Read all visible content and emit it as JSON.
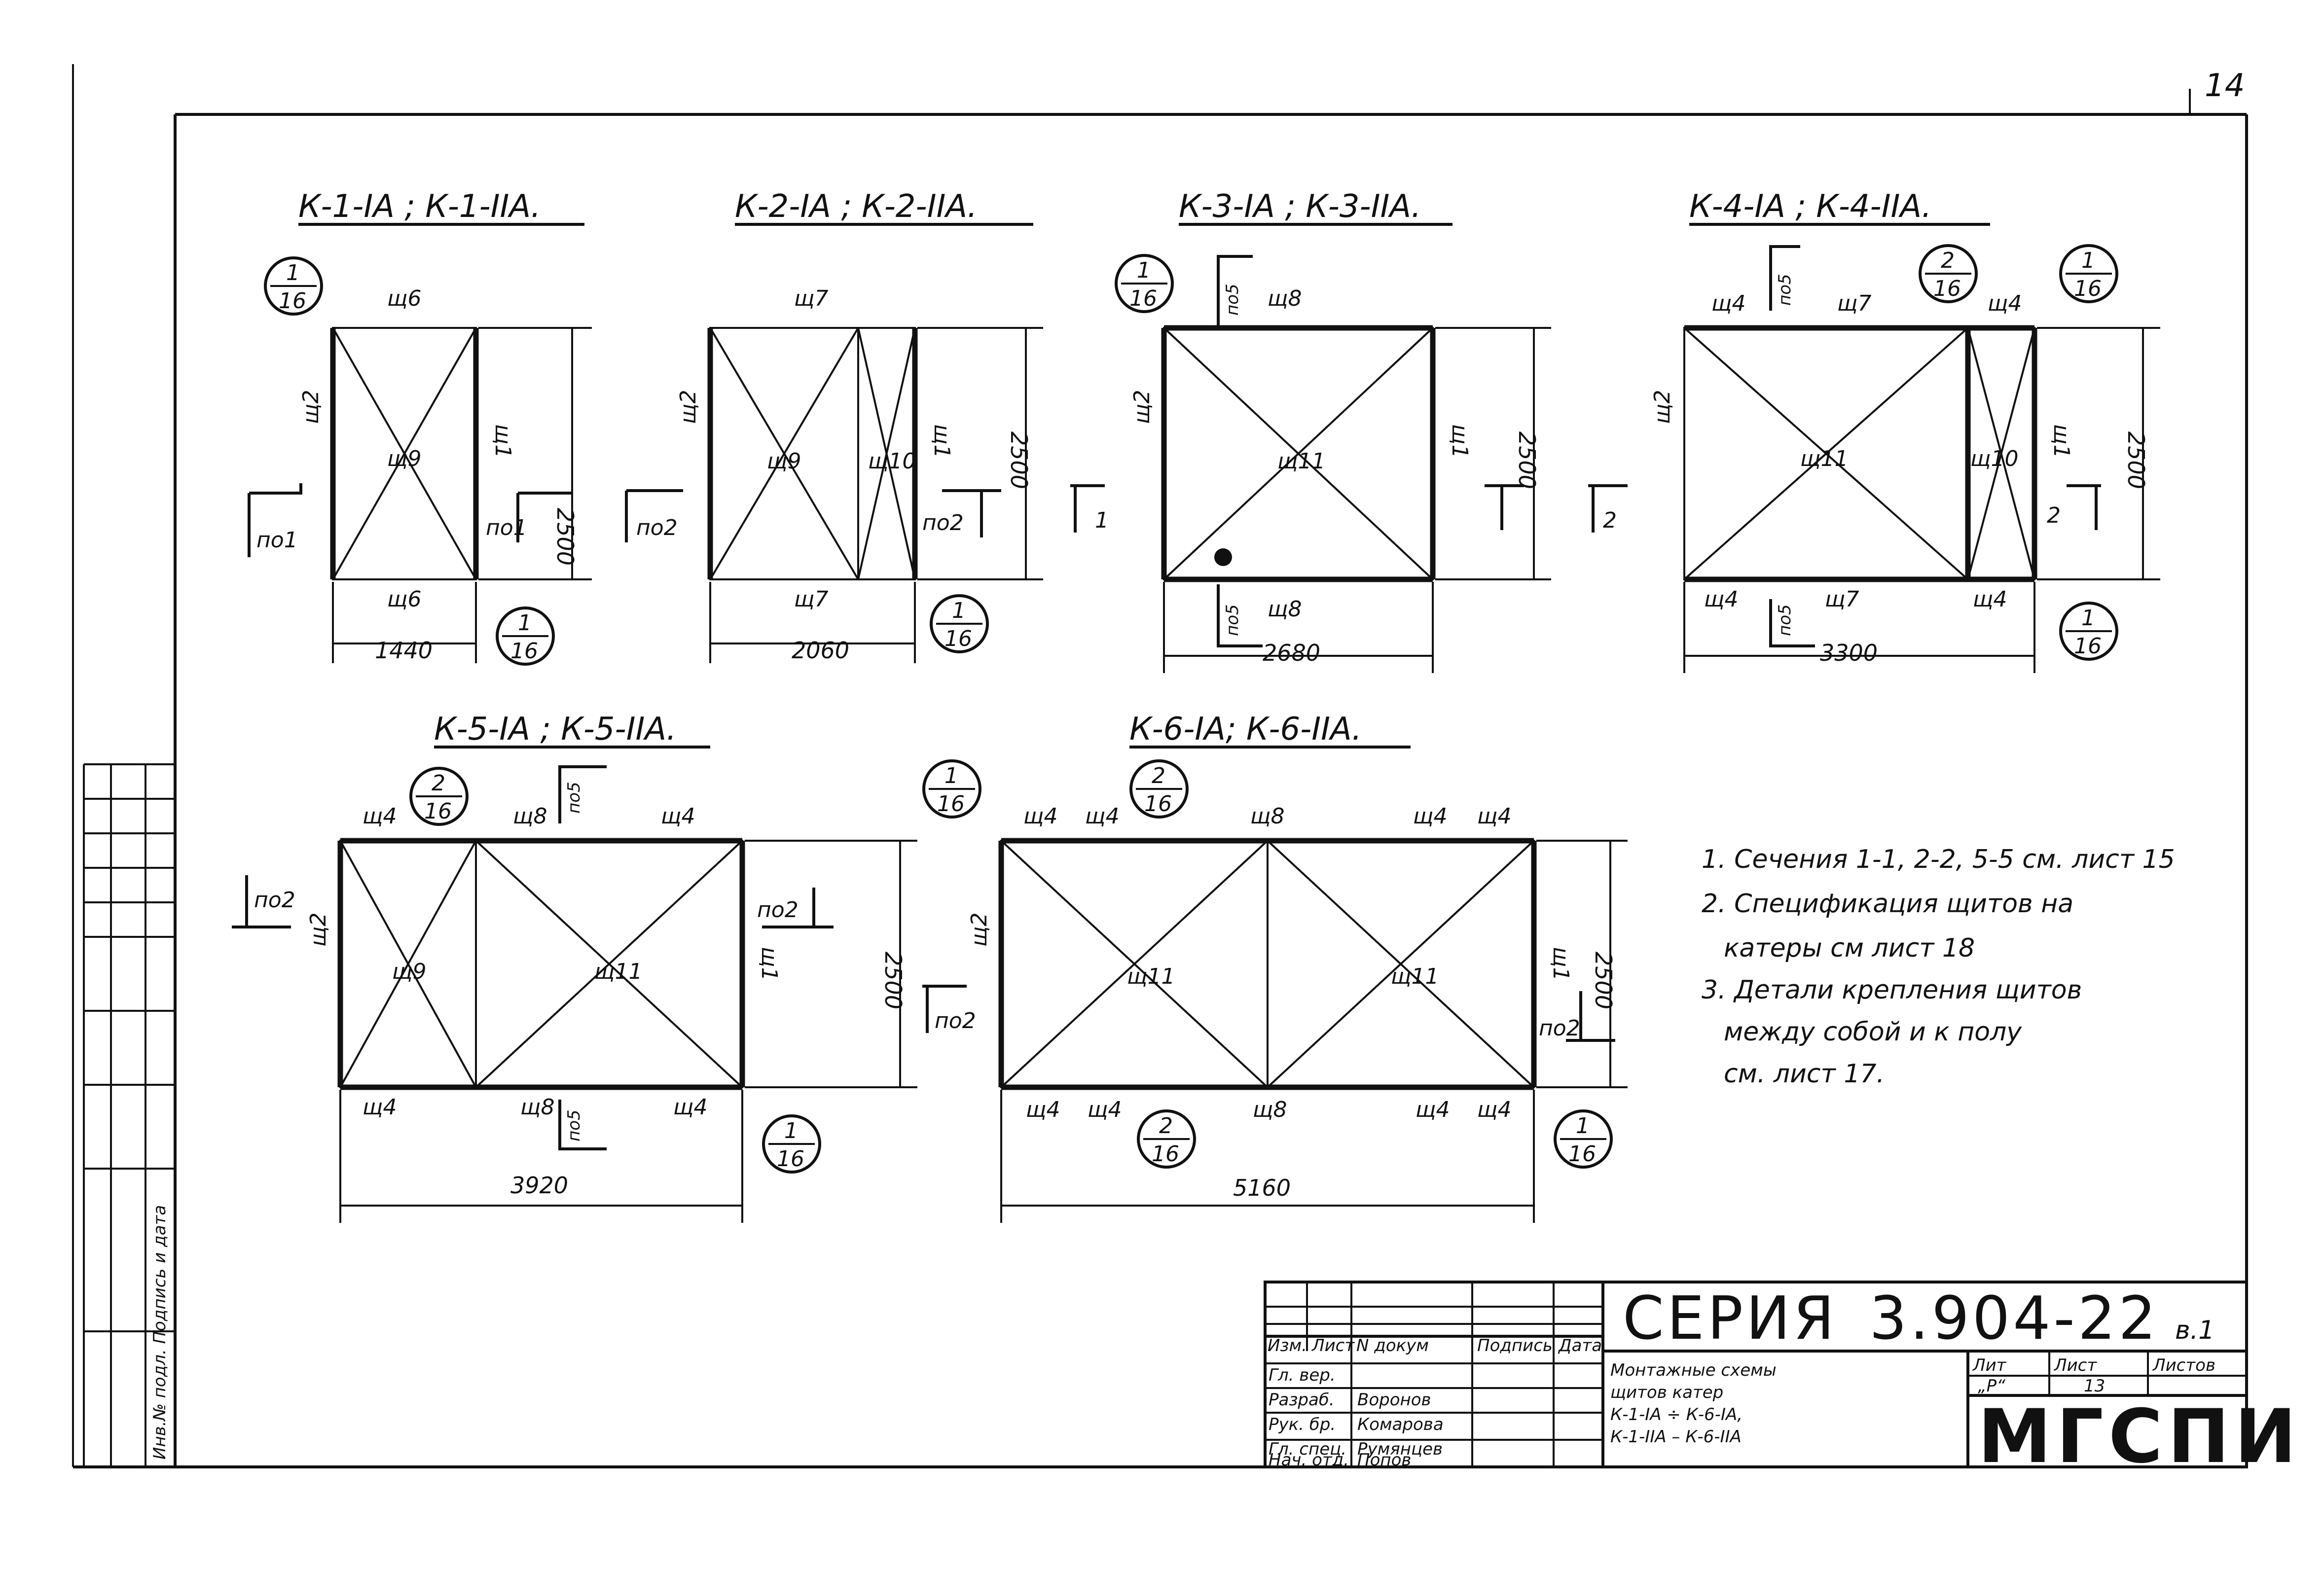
{
  "page_number": "14",
  "binder_note": "Инв.№ подл. Подпись и дата",
  "panels": [
    {
      "id": "k1",
      "title": "К-1-IА ; К-1-IIА.",
      "shields": {
        "top": "щ6",
        "bottom": "щ6",
        "left": "щ2",
        "right": "щ1",
        "cells": [
          "щ9"
        ]
      },
      "sections": [
        "по1",
        "по1"
      ],
      "width": "1440",
      "height": "2500"
    },
    {
      "id": "k2",
      "title": "К-2-IА ; К-2-IIА.",
      "shields": {
        "top": "щ7",
        "bottom": "щ7",
        "left": "щ2",
        "right": "щ1",
        "cells": [
          "щ9",
          "щ10"
        ]
      },
      "sections": [
        "по2",
        "по2"
      ],
      "width": "2060",
      "height": "2500"
    },
    {
      "id": "k3",
      "title": "К-3-IА ; К-3-IIА.",
      "shields": {
        "top": "щ8",
        "bottom": "щ8",
        "left": "щ2",
        "right": "щ1",
        "cells": [
          "щ11"
        ]
      },
      "sections": [
        "1",
        "по5",
        "по5"
      ],
      "width": "2680",
      "height": "2500"
    },
    {
      "id": "k4",
      "title": "К-4-IА ; К-4-IIА.",
      "shields": {
        "top": [
          "щ4",
          "щ7",
          "щ4"
        ],
        "bottom": [
          "щ4",
          "щ7",
          "щ4"
        ],
        "left": "щ2",
        "right": "щ1",
        "cells": [
          "щ11",
          "щ10"
        ]
      },
      "sections": [
        "2",
        "по5",
        "2",
        "по5"
      ],
      "width": "3300",
      "height": "2500"
    },
    {
      "id": "k5",
      "title": "К-5-IА ; К-5-IIА.",
      "shields": {
        "top": [
          "щ4",
          "щ8",
          "щ4"
        ],
        "bottom": [
          "щ4",
          "щ8",
          "щ4"
        ],
        "left": "щ2",
        "right": "щ1",
        "cells": [
          "щ9",
          "щ11"
        ]
      },
      "sections": [
        "по2",
        "по5",
        "по2",
        "по5"
      ],
      "width": "3920",
      "height": "2500"
    },
    {
      "id": "k6",
      "title": "К-6-IА; К-6-IIА.",
      "shields": {
        "top": [
          "щ4",
          "щ4",
          "щ8",
          "щ4",
          "щ4"
        ],
        "bottom": [
          "щ4",
          "щ4",
          "щ8",
          "щ4",
          "щ4"
        ],
        "left": "щ2",
        "right": "щ1",
        "cells": [
          "щ11",
          "щ11"
        ]
      },
      "sections": [
        "по2",
        "по2"
      ],
      "width": "5160",
      "height": "2500"
    }
  ],
  "callouts": [
    {
      "top": "1",
      "bottom": "16"
    },
    {
      "top": "2",
      "bottom": "16"
    }
  ],
  "notes": [
    "1. Сечения 1-1, 2-2, 5-5 см. лист 15",
    "2. Спецификация щитов на",
    "катеры см лист 18",
    "3. Детали крепления щитов",
    "между собой и к полу",
    "см. лист 17."
  ],
  "stamp": {
    "series": "СЕРИЯ",
    "number": "3.904-22",
    "issue": "в.1",
    "description": [
      "Монтажные схемы",
      "щитов катер",
      "К-1-IА ÷ К-6-IА,",
      "К-1-IIА – К-6-IIА"
    ],
    "headers": [
      "Изм.",
      "Лист",
      "N докум",
      "Подпись",
      "Дата"
    ],
    "rows": [
      {
        "role": "Гл. вер.",
        "name": ""
      },
      {
        "role": "Разраб.",
        "name": "Воронов"
      },
      {
        "role": "Рук. бр.",
        "name": "Комарова"
      },
      {
        "role": "Гл. спец.",
        "name": "Румянцев"
      },
      {
        "role": "Нач. отд.",
        "name": "Попов"
      }
    ],
    "sheet_labels": [
      "Лит",
      "Лист",
      "Листов"
    ],
    "sheet_values": [
      "„Р“",
      "13",
      ""
    ],
    "org": "МГСПИ"
  }
}
